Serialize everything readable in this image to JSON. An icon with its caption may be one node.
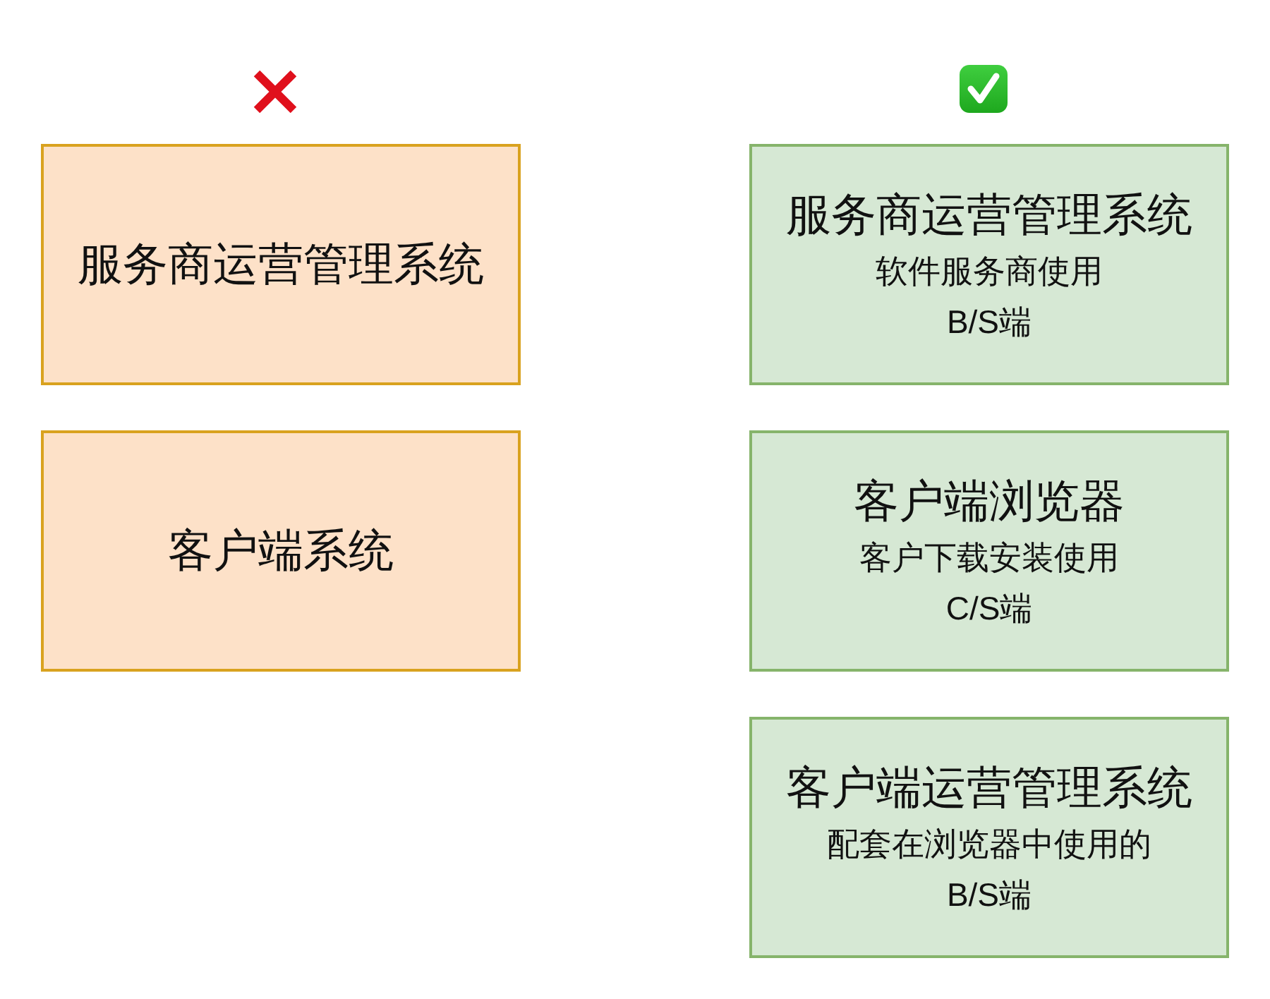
{
  "diagram": {
    "nodes": [
      {
        "text": [
          "服务商运营管理系统"
        ]
      },
      {
        "text": [
          "客户端系统"
        ]
      },
      {
        "text": [
          "服务商运营管理系统",
          "软件服务商使用",
          "B/S端"
        ]
      },
      {
        "text": [
          "客户端浏览器",
          "客户下载安装使用",
          "C/S端"
        ]
      },
      {
        "text": [
          "客户端运营管理系统",
          "配套在浏览器中使用的",
          "B/S端"
        ]
      }
    ]
  }
}
